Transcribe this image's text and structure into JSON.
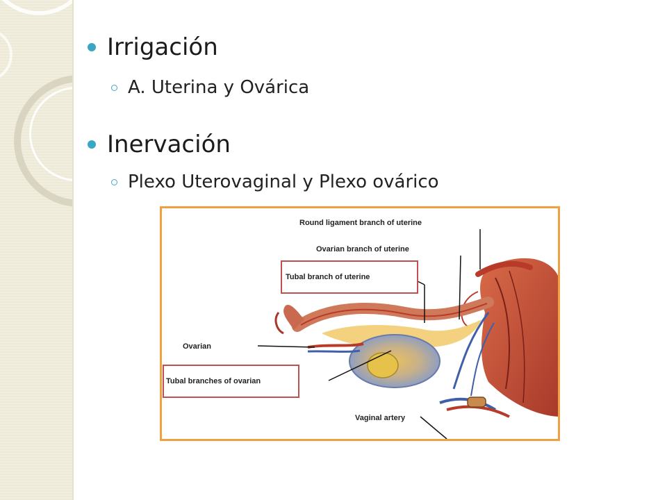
{
  "slide": {
    "bullets": [
      {
        "text": "Irrigación",
        "sub": "A. Uterina y Ovárica"
      },
      {
        "text": "Inervación",
        "sub": "Plexo Uterovaginal y Plexo ovárico"
      }
    ]
  },
  "figure": {
    "labels": {
      "round_ligament": "Round ligament branch of uterine",
      "ovarian_branch": "Ovarian branch of uterine",
      "tubal_branch": "Tubal branch of uterine",
      "ovarian": "Ovarian",
      "tubal_branches_ovarian": "Tubal branches of ovarian",
      "vaginal_artery": "Vaginal artery"
    },
    "colors": {
      "frame": "#f0a040",
      "highlight_box": "#c05050",
      "artery": "#b83a28",
      "vein": "#3f5fa8"
    }
  }
}
